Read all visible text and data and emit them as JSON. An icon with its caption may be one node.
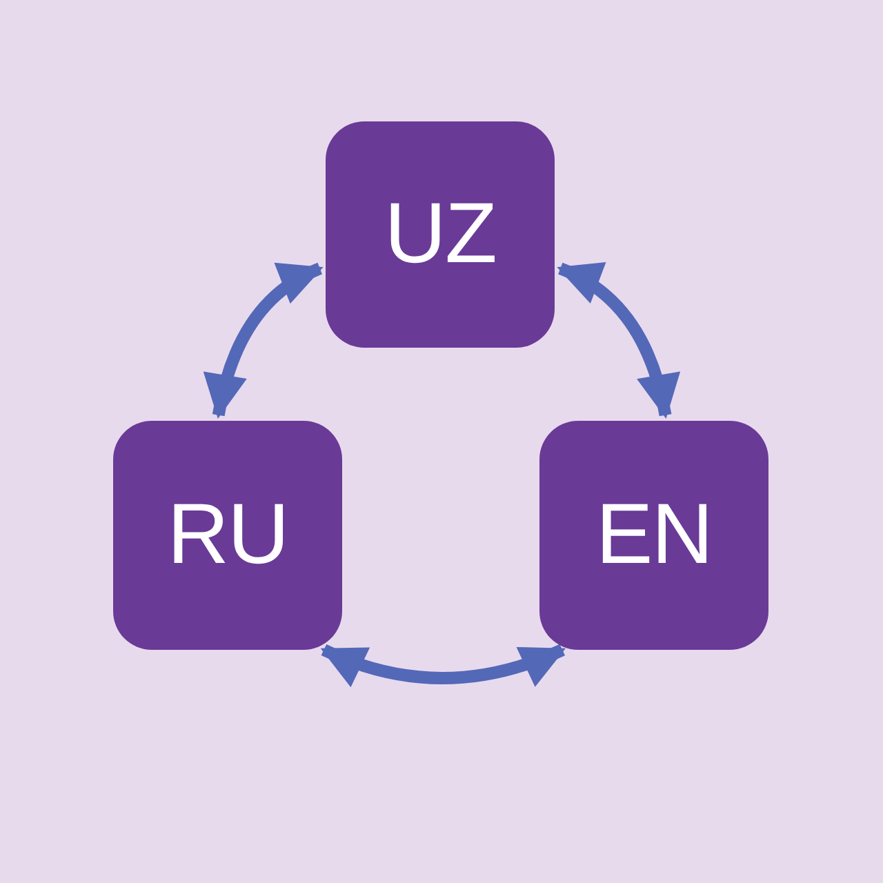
{
  "diagram": {
    "nodes": [
      {
        "text": [
          "UZ"
        ]
      },
      {
        "text": [
          "RU"
        ]
      },
      {
        "text": [
          "EN"
        ]
      }
    ],
    "edges": [
      {
        "from": 0,
        "to": 1,
        "arrow": "both"
      },
      {
        "from": 0,
        "to": 2,
        "arrow": "both"
      },
      {
        "from": 1,
        "to": 2,
        "arrow": "both"
      }
    ]
  }
}
